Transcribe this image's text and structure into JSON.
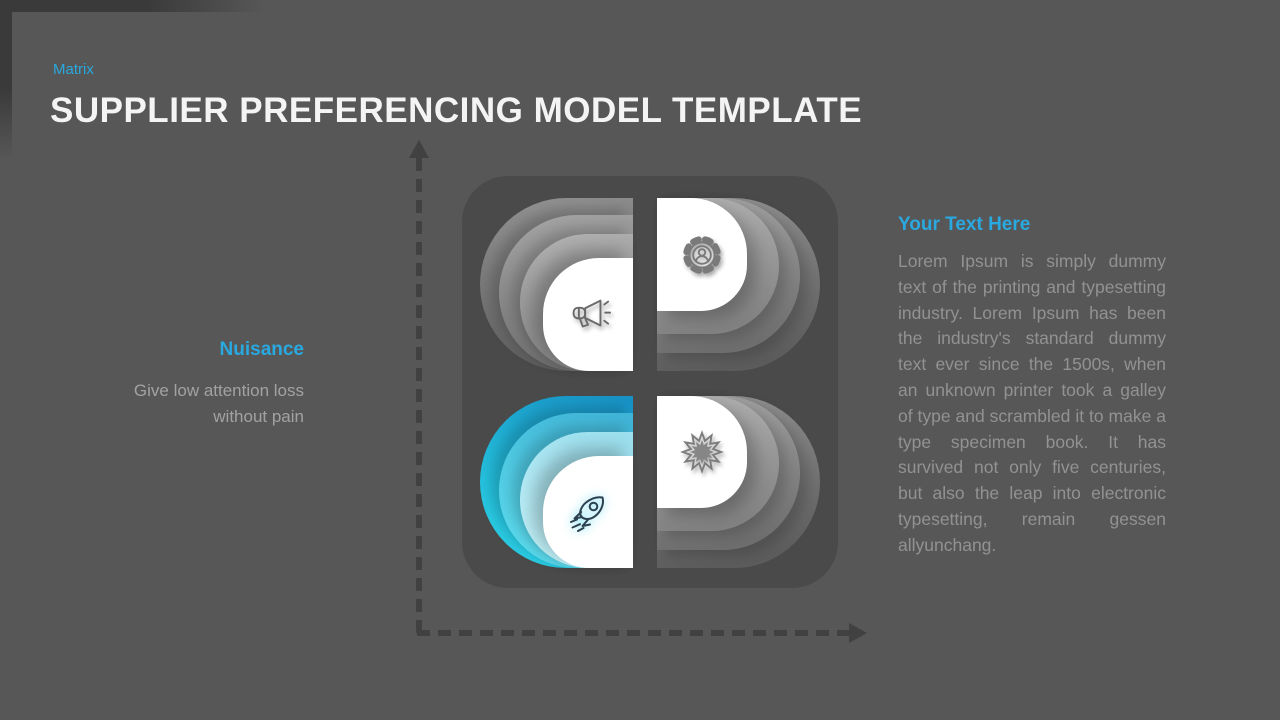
{
  "slide": {
    "eyebrow": "Matrix",
    "title": "SUPPLIER PREFERENCING MODEL TEMPLATE"
  },
  "left_label": {
    "heading": "Nuisance",
    "body": "Give low attention loss without pain"
  },
  "right_text": {
    "heading": "Your Text Here",
    "body": "Lorem Ipsum is simply dummy text of the printing and typesetting industry. Lorem Ipsum has been the industry's standard dummy text ever since the 1500s, when an unknown printer took a galley of type and scrambled it to make a type specimen book. It has survived not only five centuries, but also the leap into electronic typesetting, remain gessen allyunchang."
  },
  "matrix": {
    "container_color": "#4a4a4a",
    "axes_style": "dashed",
    "axes_color": "#414141",
    "quadrants": [
      {
        "position": "top-left",
        "icon": "megaphone-icon",
        "theme": "gray"
      },
      {
        "position": "top-right",
        "icon": "gear-user-icon",
        "theme": "gray"
      },
      {
        "position": "bottom-left",
        "icon": "rocket-icon",
        "theme": "blue"
      },
      {
        "position": "bottom-right",
        "icon": "starburst-icon",
        "theme": "gray"
      }
    ]
  },
  "colors": {
    "accent": "#29a9e0",
    "background": "#575757",
    "title_text": "#f4f4f4",
    "body_text": "#929292",
    "highlight_gradient": [
      "#1790c4",
      "#2ed4ea"
    ]
  }
}
